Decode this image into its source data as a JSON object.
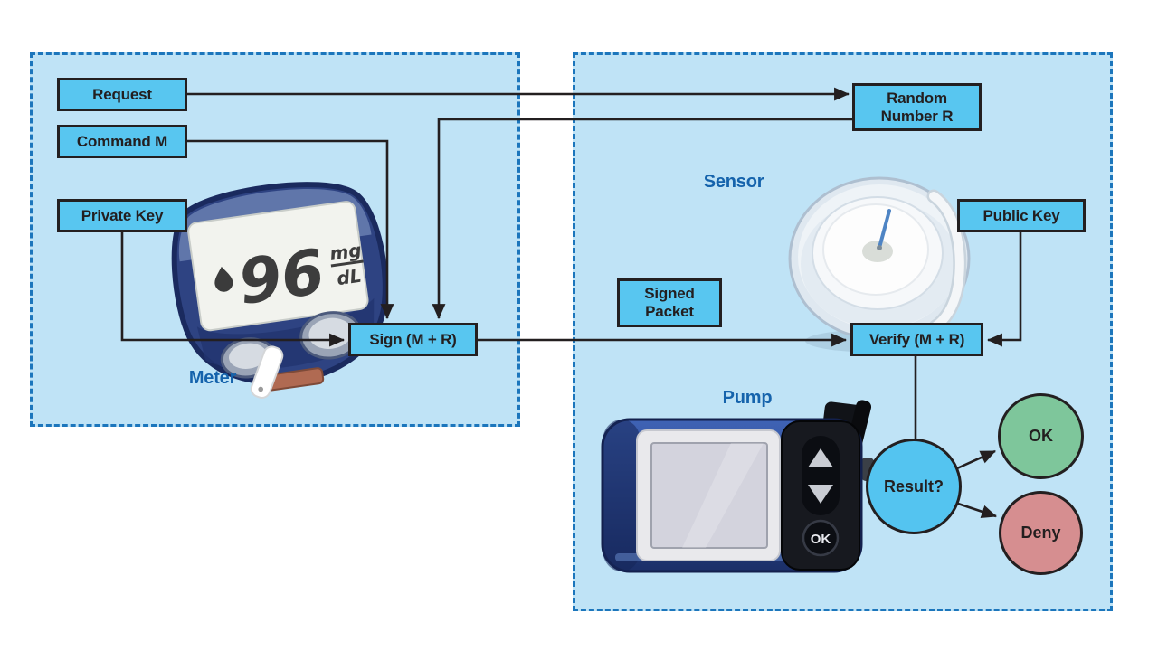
{
  "figure": {
    "description": "Two-zone security flow diagram: glucose meter signs a command, insulin pump verifies it"
  },
  "nodes": {
    "request": "Request",
    "command_m": "Command M",
    "private_key": "Private Key",
    "sign": "Sign (M + R)",
    "random_number_r": "Random\nNumber R",
    "public_key": "Public Key",
    "signed_packet": "Signed\nPacket",
    "verify": "Verify (M + R)",
    "result": "Result?",
    "ok": "OK",
    "deny": "Deny"
  },
  "device_labels": {
    "meter": "Meter",
    "sensor": "Sensor",
    "pump": "Pump"
  },
  "meter_display": {
    "value": "96",
    "unit_numerator": "mg",
    "unit_denominator": "dL"
  },
  "pump_buttons": {
    "ok": "OK"
  },
  "edges": [
    {
      "from": "request",
      "to": "random_number_r"
    },
    {
      "from": "random_number_r",
      "to": "sign"
    },
    {
      "from": "command_m",
      "to": "sign"
    },
    {
      "from": "private_key",
      "to": "sign"
    },
    {
      "from": "sign",
      "to": "verify",
      "label": "signed_packet"
    },
    {
      "from": "public_key",
      "to": "verify"
    },
    {
      "from": "verify",
      "to": "result"
    },
    {
      "from": "result",
      "to": "ok"
    },
    {
      "from": "result",
      "to": "deny"
    }
  ],
  "colors": {
    "page_bg": "#ffffff",
    "panel_fill": "#bfe3f6",
    "panel_border": "#1c76bc",
    "node_fill": "#58c6f0",
    "node_border": "#231f20",
    "node_text": "#231f20",
    "device_label": "#1563ac",
    "line": "#231f20",
    "ok_fill": "#7ec69b",
    "deny_fill": "#d68e90",
    "result_fill": "#54c4f0"
  }
}
